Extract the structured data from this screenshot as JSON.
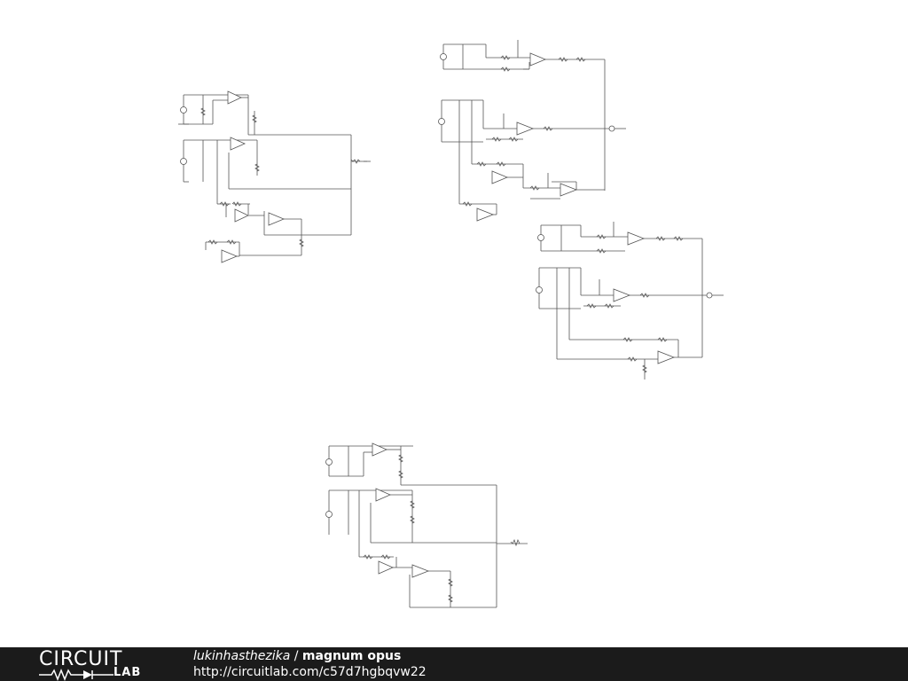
{
  "footer": {
    "logo_top": "CIRCUIT",
    "logo_bottom": "LAB",
    "username": "lukinhasthezika",
    "separator": " / ",
    "circuit_title": "magnum opus",
    "url": "http://circuitlab.com/c57d7hgbqvw22"
  },
  "colors": {
    "footer_background": "#1b1b1b",
    "wire": "#555555",
    "canvas_background": "#ffffff"
  },
  "icons": {
    "logo_symbol": "resistor-diode-icon"
  }
}
